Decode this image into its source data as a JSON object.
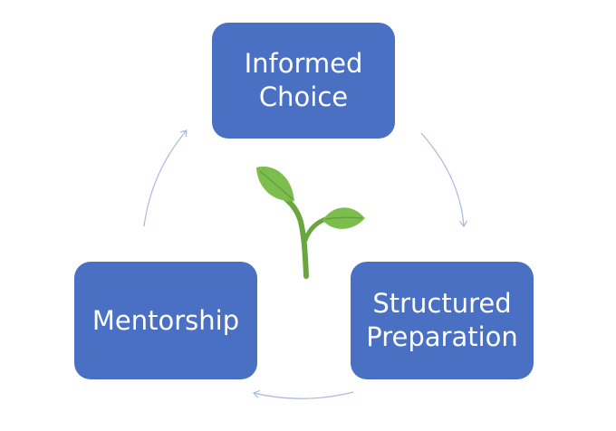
{
  "diagram": {
    "nodes": [
      {
        "id": "top",
        "lines": [
          "Informed",
          "Choice"
        ]
      },
      {
        "id": "right",
        "lines": [
          "Structured",
          "Preparation"
        ]
      },
      {
        "id": "left",
        "lines": [
          "Mentorship"
        ]
      }
    ],
    "cycle_order": [
      "top",
      "right",
      "left"
    ],
    "center_icon": "sprout-icon",
    "colors": {
      "node_fill": "#4a70c4",
      "node_text": "#ffffff",
      "arrow": "#a9b8de",
      "leaf": "#7cbd4d",
      "stem": "#6aa63f"
    }
  }
}
